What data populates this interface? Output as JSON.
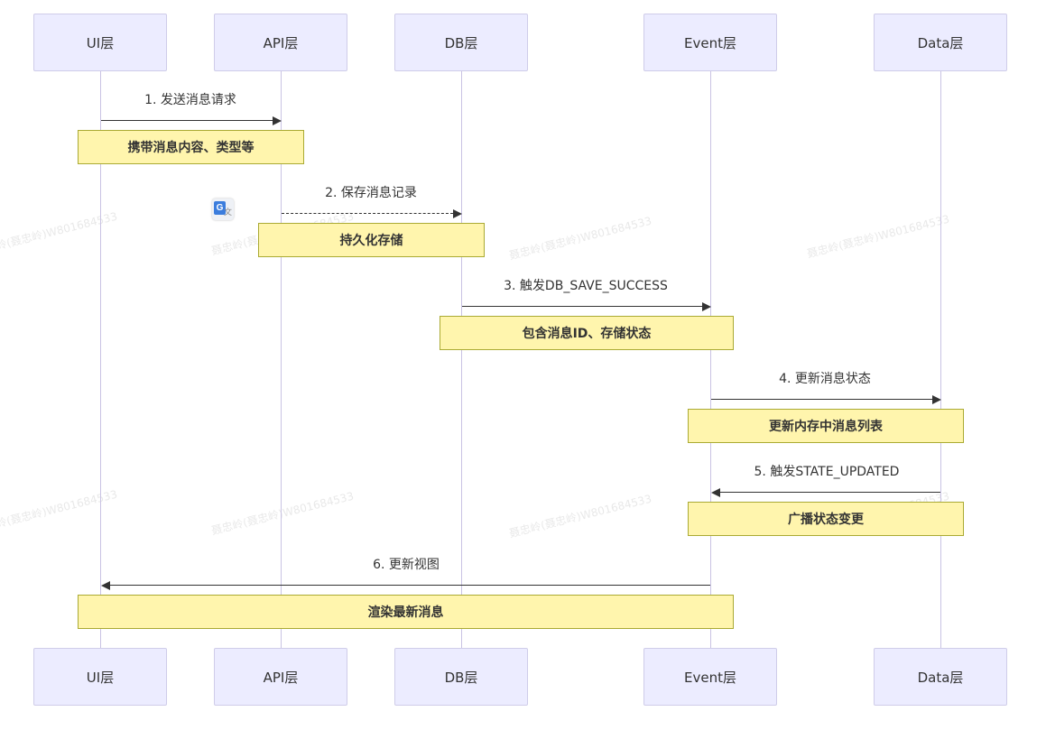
{
  "actors": [
    "UI层",
    "API层",
    "DB层",
    "Event层",
    "Data层"
  ],
  "messages": [
    {
      "label": "1. 发送消息请求"
    },
    {
      "label": "2. 保存消息记录"
    },
    {
      "label": "3. 触发DB_SAVE_SUCCESS"
    },
    {
      "label": "4. 更新消息状态"
    },
    {
      "label": "5. 触发STATE_UPDATED"
    },
    {
      "label": "6. 更新视图"
    }
  ],
  "notes": [
    "携带消息内容、类型等",
    "持久化存储",
    "包含消息ID、存储状态",
    "更新内存中消息列表",
    "广播状态变更",
    "渲染最新消息"
  ],
  "watermark": "聂忠岭(聂忠岭)W801684533",
  "translate_icon": {
    "glyph": "G",
    "sub": "文"
  },
  "colors": {
    "actor_bg": "#ececff",
    "note_bg": "#fff5ad",
    "line": "#333333"
  }
}
